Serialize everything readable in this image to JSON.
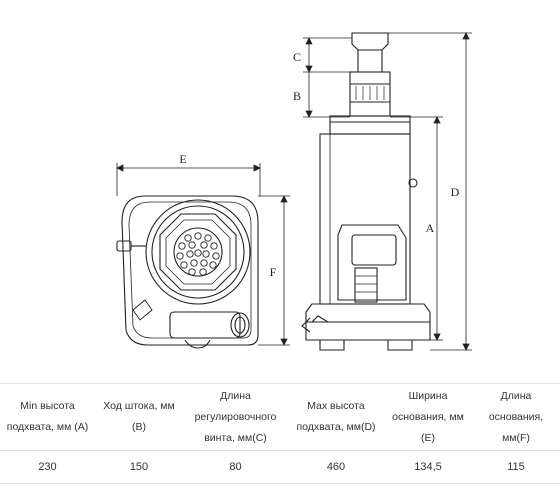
{
  "drawing": {
    "dimension_labels": {
      "A": "A",
      "B": "B",
      "C": "C",
      "D": "D",
      "E": "E",
      "F": "F"
    }
  },
  "spec_table": {
    "headers": [
      "Min высота подхвата, мм (A)",
      "Ход штока, мм (B)",
      "Длина регулировочного винта, мм(C)",
      "Max высота подхвата, мм(D)",
      "Ширина основания, мм (E)",
      "Длина основания, мм(F)"
    ],
    "values": [
      "230",
      "150",
      "80",
      "460",
      "134,5",
      "115"
    ]
  }
}
